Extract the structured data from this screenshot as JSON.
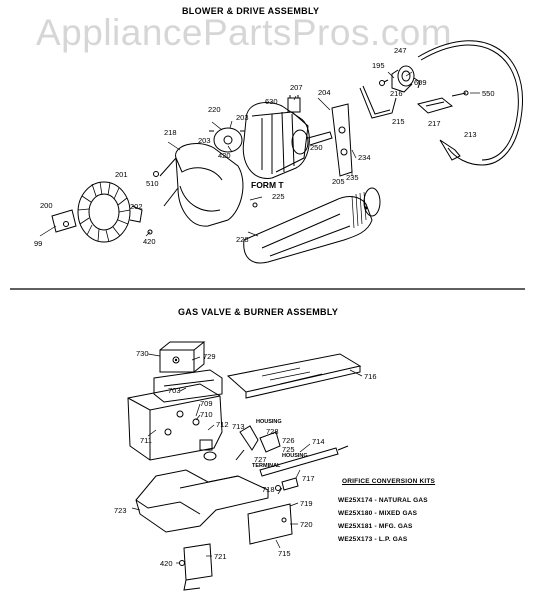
{
  "watermark": "AppliancePartsPros.com",
  "section_titles": {
    "blower": "BLOWER & DRIVE ASSEMBLY",
    "gas": "GAS VALVE & BURNER ASSEMBLY"
  },
  "blower_labels": {
    "l247": "247",
    "l195": "195",
    "l609": "609",
    "l216": "216",
    "l550": "550",
    "l207": "207",
    "l204": "204",
    "l630": "630",
    "l215": "215",
    "l217": "217",
    "l213": "213",
    "l220": "220",
    "l203a": "203",
    "l203b": "203",
    "l218": "218",
    "l250": "250",
    "l420a": "420",
    "l234": "234",
    "l201": "201",
    "l510": "510",
    "l205": "205",
    "l235": "235",
    "form": "FORM T",
    "l200": "200",
    "l202": "202",
    "l225": "225",
    "l99": "99",
    "l420b": "420",
    "l228": "228"
  },
  "gas_labels": {
    "l730": "730",
    "l729": "729",
    "l716": "716",
    "l703": "703",
    "l709": "709",
    "l710": "710",
    "l712": "712",
    "l711": "711",
    "l713": "713",
    "housing_a": "HOUSING",
    "l728": "728",
    "l726": "726",
    "l725": "725",
    "housing_b": "HOUSING",
    "l714": "714",
    "l727": "727",
    "terminal": "TERMINAL",
    "l717": "717",
    "l718": "718",
    "l719": "719",
    "l723": "723",
    "l720": "720",
    "l715": "715",
    "l420": "420",
    "l721": "721"
  },
  "orifice_kits": {
    "title": "ORIFICE CONVERSION KITS",
    "items": [
      "WE25X174 - NATURAL GAS",
      "WE25X180 - MIXED GAS",
      "WE25X181 - MFG. GAS",
      "WE25X173 - L.P. GAS"
    ]
  }
}
